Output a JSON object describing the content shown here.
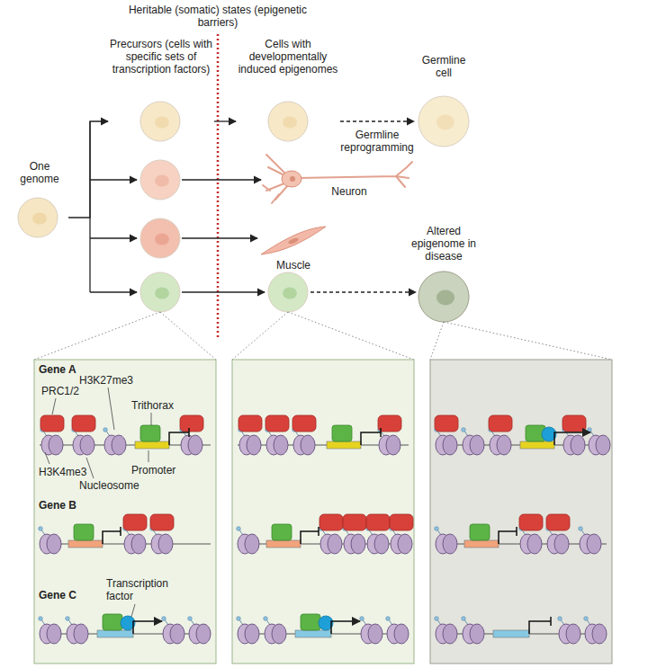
{
  "diagram": {
    "nodes": [
      {
        "text": [
          "One genome"
        ]
      },
      {
        "text": [
          "Precursors (cells with specific sets of transcription factors)"
        ]
      },
      {
        "text": [
          "Cells with developmentally induced epigenomes"
        ]
      },
      {
        "text": [
          "Germline cell"
        ]
      },
      {
        "text": [
          "Neuron"
        ]
      },
      {
        "text": [
          "Muscle"
        ]
      },
      {
        "text": [
          "Altered epigenome in disease"
        ]
      }
    ],
    "edges": [
      {
        "from": 0,
        "to": 1,
        "arrow": "to"
      },
      {
        "from": 1,
        "to": 2,
        "arrow": "to"
      },
      {
        "from": 2,
        "to": 3,
        "label": "Germline reprogramming",
        "arrow": "to"
      }
    ],
    "labels": [
      "Heritable (somatic) states (epigenetic barriers)",
      "Gene A",
      "PRC1/2",
      "H3K27me3",
      "Trithorax",
      "H3K4me3",
      "Nucleosome",
      "Promoter",
      "Gene B",
      "Gene C",
      "Transcription factor"
    ]
  }
}
